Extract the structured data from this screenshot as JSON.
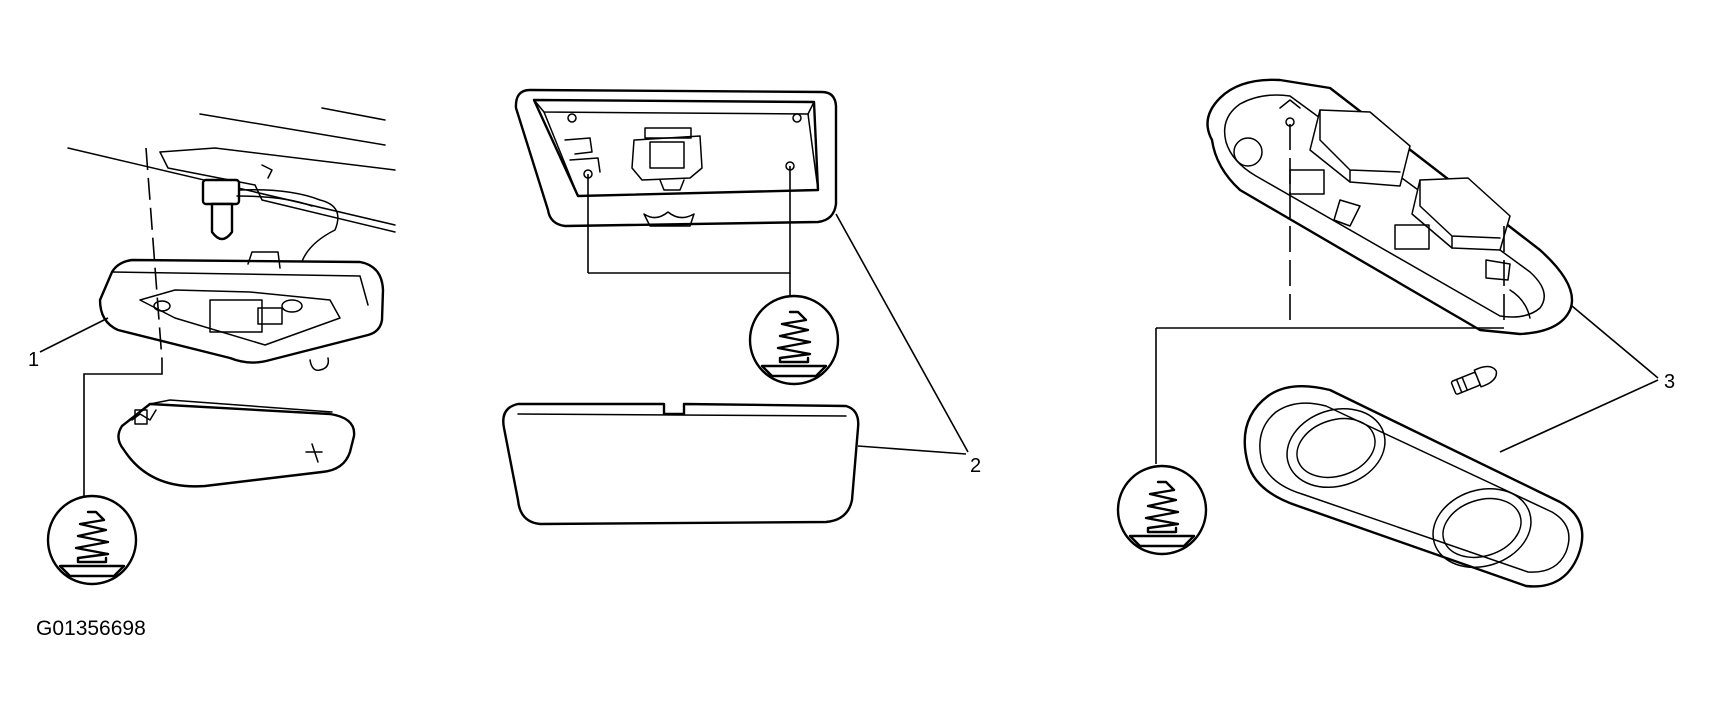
{
  "callouts": {
    "c1": "1",
    "c2": "2",
    "c3": "3"
  },
  "figure_id": "G01356698",
  "icons": {
    "fastener": "push-pin-fastener-icon",
    "bulb": "bulb-icon"
  }
}
